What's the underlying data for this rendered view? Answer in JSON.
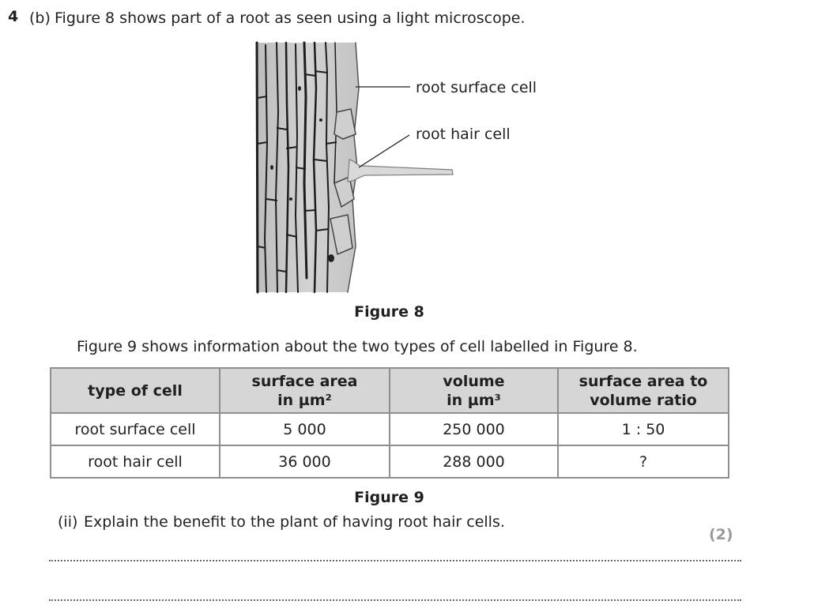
{
  "question": {
    "number": "4",
    "part": "(b)",
    "text": "Figure 8 shows part of a root as seen using a light microscope."
  },
  "figure8": {
    "labels": {
      "root_surface_cell": "root surface cell",
      "root_hair_cell": "root hair cell"
    },
    "caption": "Figure 8"
  },
  "intro_text": "Figure 9 shows information about the two types of cell labelled in Figure 8.",
  "table": {
    "headers": {
      "h1": "type of cell",
      "h2_line1": "surface area",
      "h2_line2": "in µm²",
      "h3_line1": "volume",
      "h3_line2": "in µm³",
      "h4_line1": "surface area to",
      "h4_line2": "volume ratio"
    },
    "rows": [
      [
        "root surface cell",
        "5 000",
        "250 000",
        "1 : 50"
      ],
      [
        "root hair cell",
        "36 000",
        "288 000",
        "?"
      ]
    ]
  },
  "figure9_caption": "Figure 9",
  "part_ii": {
    "number": "(ii)",
    "text": "Explain the benefit to the plant of having root hair cells.",
    "marks": "(2)"
  }
}
